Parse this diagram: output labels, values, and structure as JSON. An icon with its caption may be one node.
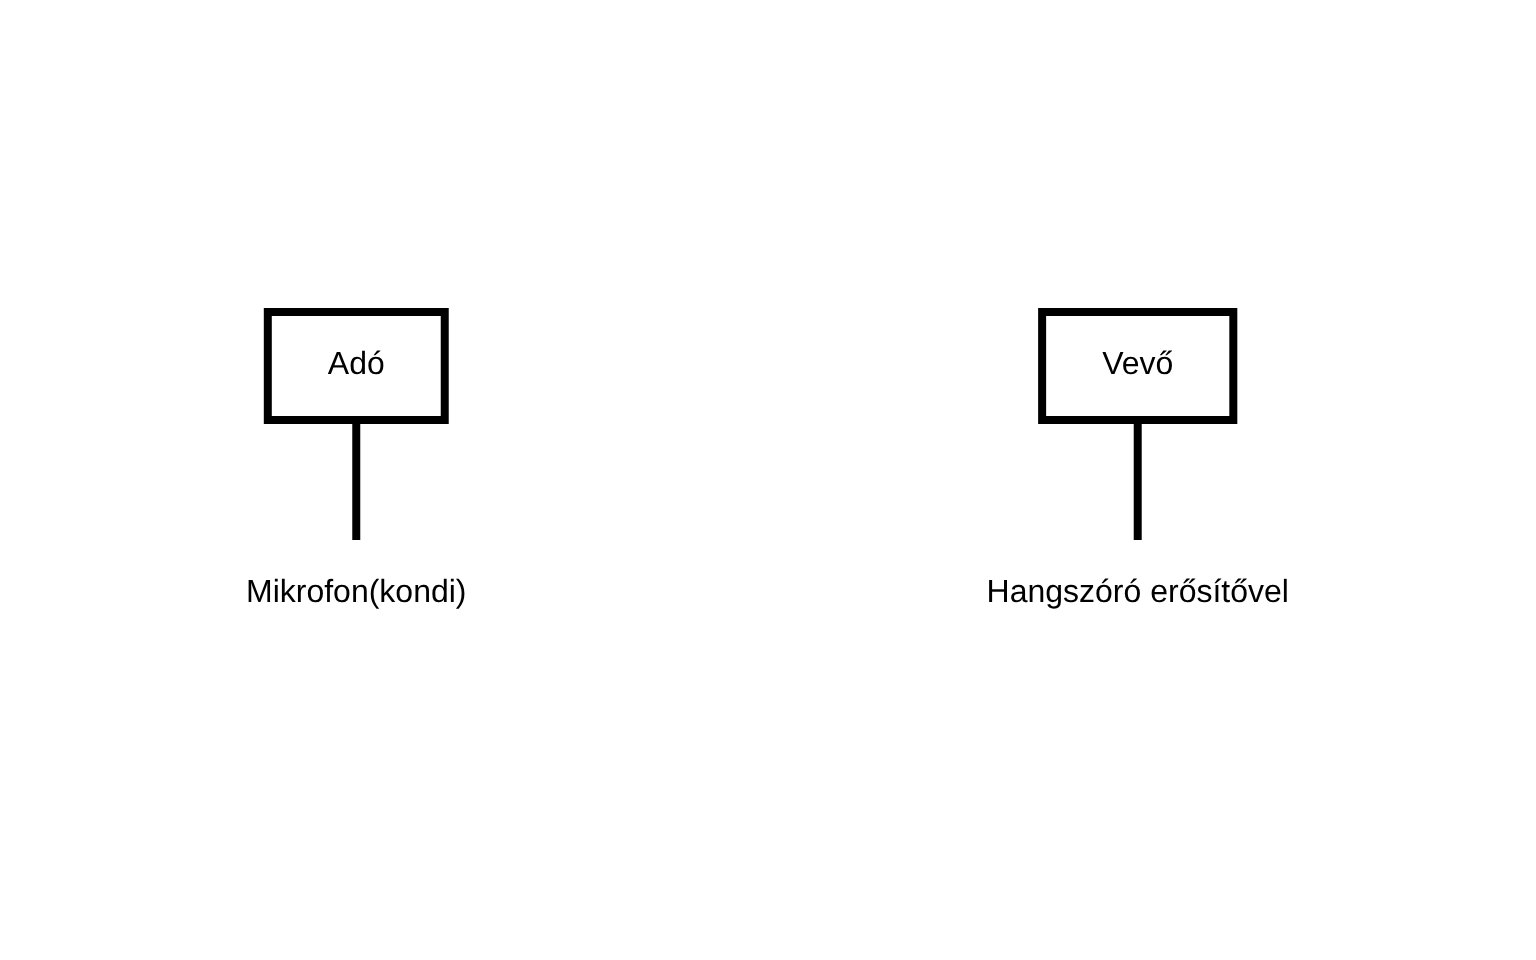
{
  "diagram": {
    "nodes": [
      {
        "text": [
          "Adó"
        ]
      },
      {
        "text": [
          "Mikrofon(kondi)"
        ]
      },
      {
        "text": [
          "Vevő"
        ]
      },
      {
        "text": [
          "Hangszóró erősítővel"
        ]
      }
    ],
    "edges": [
      {
        "from": 0,
        "to": 1,
        "arrow": "none"
      },
      {
        "from": 2,
        "to": 3,
        "arrow": "none"
      }
    ]
  }
}
